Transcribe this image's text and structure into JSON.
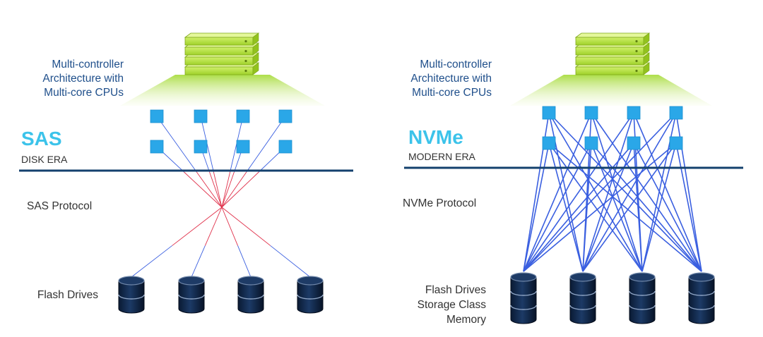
{
  "colors": {
    "architecture_text": "#1f4f8b",
    "protocol_title": "#3cc3ea",
    "divider": "#14416e",
    "chip_blue": "#2aa7e8",
    "sas_link": "#e0304a",
    "nvme_link": "#3a5fe0",
    "server_green": "#b5e33a",
    "drive_navy": "#0d1f3d"
  },
  "left_panel": {
    "architecture_label": "Multi-controller\nArchitecture with\nMulti-core CPUs",
    "protocol_name": "SAS",
    "era_label": "DISK ERA",
    "protocol_label": "SAS Protocol",
    "drives_label": "Flash Drives",
    "server_icon": "server-rack-icon",
    "drive_icon": "database-cylinder-icon",
    "drive_count": 4,
    "port_rows": 2,
    "ports_per_row": 4
  },
  "right_panel": {
    "architecture_label": "Multi-controller\nArchitecture with\nMulti-core CPUs",
    "protocol_name": "NVMe",
    "era_label": "MODERN ERA",
    "protocol_label": "NVMe Protocol",
    "drives_label": "Flash Drives\nStorage Class\nMemory",
    "server_icon": "server-rack-icon",
    "drive_icon": "database-cylinder-icon",
    "drive_count": 4,
    "port_rows": 2,
    "ports_per_row": 4
  }
}
